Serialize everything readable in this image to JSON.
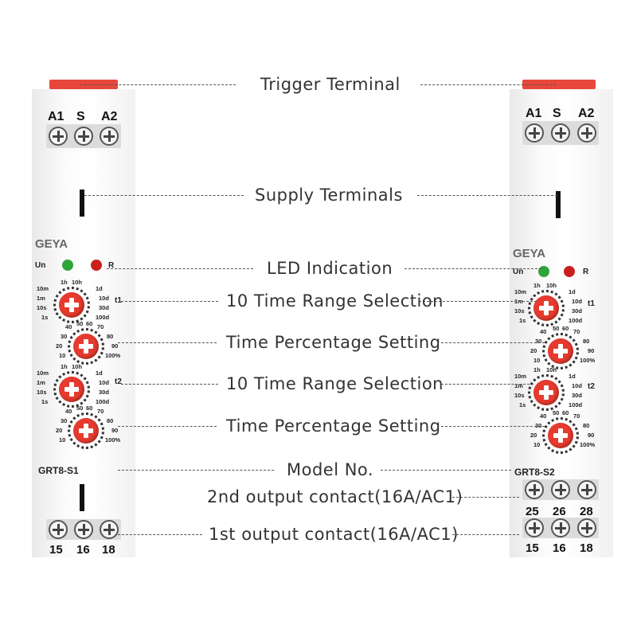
{
  "callouts": {
    "trigger": "Trigger Terminal",
    "supply": "Supply Terminals",
    "led": "LED Indication",
    "range1": "10 Time Range Selection",
    "pct1": "Time Percentage Setting",
    "range2": "10 Time Range Selection",
    "pct2": "Time Percentage Setting",
    "model": "Model No.",
    "output2": "2nd output contact(16A/AC1)",
    "output1": "1st output contact(16A/AC1)"
  },
  "left_relay": {
    "top_terminals": [
      "A1",
      "S",
      "A2"
    ],
    "brand": "GEYA",
    "led_labels": {
      "un": "Un",
      "r": "R"
    },
    "t1": "t1",
    "t2": "t2",
    "range_scale": [
      "1h",
      "10h",
      "10m",
      "1d",
      "1m",
      "10d",
      "10s",
      "30d",
      "1s",
      "100d"
    ],
    "pct_scale": [
      "40",
      "50",
      "60",
      "70",
      "30",
      "80",
      "20",
      "90",
      "10",
      "100%"
    ],
    "model": "GRT8-S1",
    "bottom_terminals": [
      "15",
      "16",
      "18"
    ]
  },
  "right_relay": {
    "top_terminals": [
      "A1",
      "S",
      "A2"
    ],
    "brand": "GEYA",
    "led_labels": {
      "un": "Un",
      "r": "R"
    },
    "t1": "t1",
    "t2": "t2",
    "range_scale": [
      "1h",
      "10h",
      "10m",
      "1d",
      "1m",
      "10d",
      "10s",
      "30d",
      "1s",
      "100d"
    ],
    "pct_scale": [
      "40",
      "50",
      "60",
      "70",
      "30",
      "80",
      "20",
      "90",
      "10",
      "100%"
    ],
    "model": "GRT8-S2",
    "mid_terminals": [
      "25",
      "26",
      "28"
    ],
    "bottom_terminals": [
      "15",
      "16",
      "18"
    ]
  },
  "colors": {
    "accent_red": "#e63a2e",
    "led_green": "#2fa43a",
    "led_red": "#c9201d"
  }
}
